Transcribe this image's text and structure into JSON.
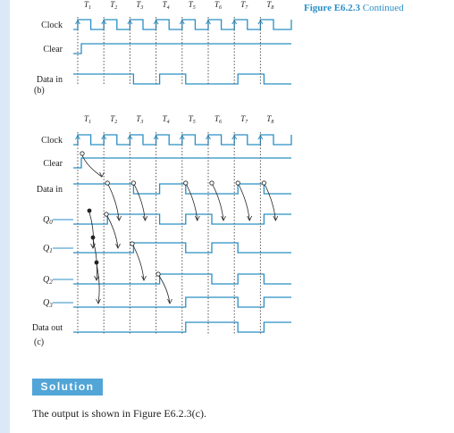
{
  "caption": {
    "figure": "Figure E6.2.3",
    "continued": "Continued"
  },
  "timing_b": {
    "panel_label": "(b)",
    "tick_labels": [
      "T1",
      "T2",
      "T3",
      "T4",
      "T5",
      "T6",
      "T7",
      "T8"
    ],
    "signals": [
      {
        "name": "Clock"
      },
      {
        "name": "Clear",
        "levels": [
          0,
          1,
          1,
          1,
          1,
          1,
          1,
          1,
          1
        ]
      },
      {
        "name": "Data in",
        "levels": [
          1,
          1,
          1,
          0,
          1,
          0,
          0,
          1,
          0
        ]
      }
    ]
  },
  "timing_c": {
    "panel_label": "(c)",
    "tick_labels": [
      "T1",
      "T2",
      "T3",
      "T4",
      "T5",
      "T6",
      "T7",
      "T8"
    ],
    "signals": [
      {
        "name": "Clock"
      },
      {
        "name": "Clear",
        "levels": [
          0,
          1,
          1,
          1,
          1,
          1,
          1,
          1,
          1
        ]
      },
      {
        "name": "Data in",
        "levels": [
          1,
          1,
          1,
          0,
          1,
          0,
          0,
          1,
          0
        ]
      },
      {
        "name": "Q0",
        "levels": [
          0,
          0,
          1,
          1,
          0,
          1,
          0,
          0,
          1
        ]
      },
      {
        "name": "Q1",
        "levels": [
          0,
          0,
          0,
          1,
          1,
          0,
          1,
          0,
          0
        ]
      },
      {
        "name": "Q2",
        "levels": [
          0,
          0,
          0,
          0,
          1,
          1,
          0,
          1,
          0
        ]
      },
      {
        "name": "Q3",
        "levels": [
          0,
          0,
          0,
          0,
          0,
          1,
          1,
          0,
          1
        ]
      },
      {
        "name": "Data out",
        "levels": [
          0,
          0,
          0,
          0,
          0,
          1,
          1,
          0,
          1
        ]
      }
    ]
  },
  "solution": {
    "label": "Solution",
    "text": "The output is shown in Figure E6.2.3(c)."
  },
  "colors": {
    "accent": "#2a8fc4",
    "side_bar": "#dbe9f6",
    "solution_bg": "#52a5d7",
    "grid": "#555555"
  }
}
